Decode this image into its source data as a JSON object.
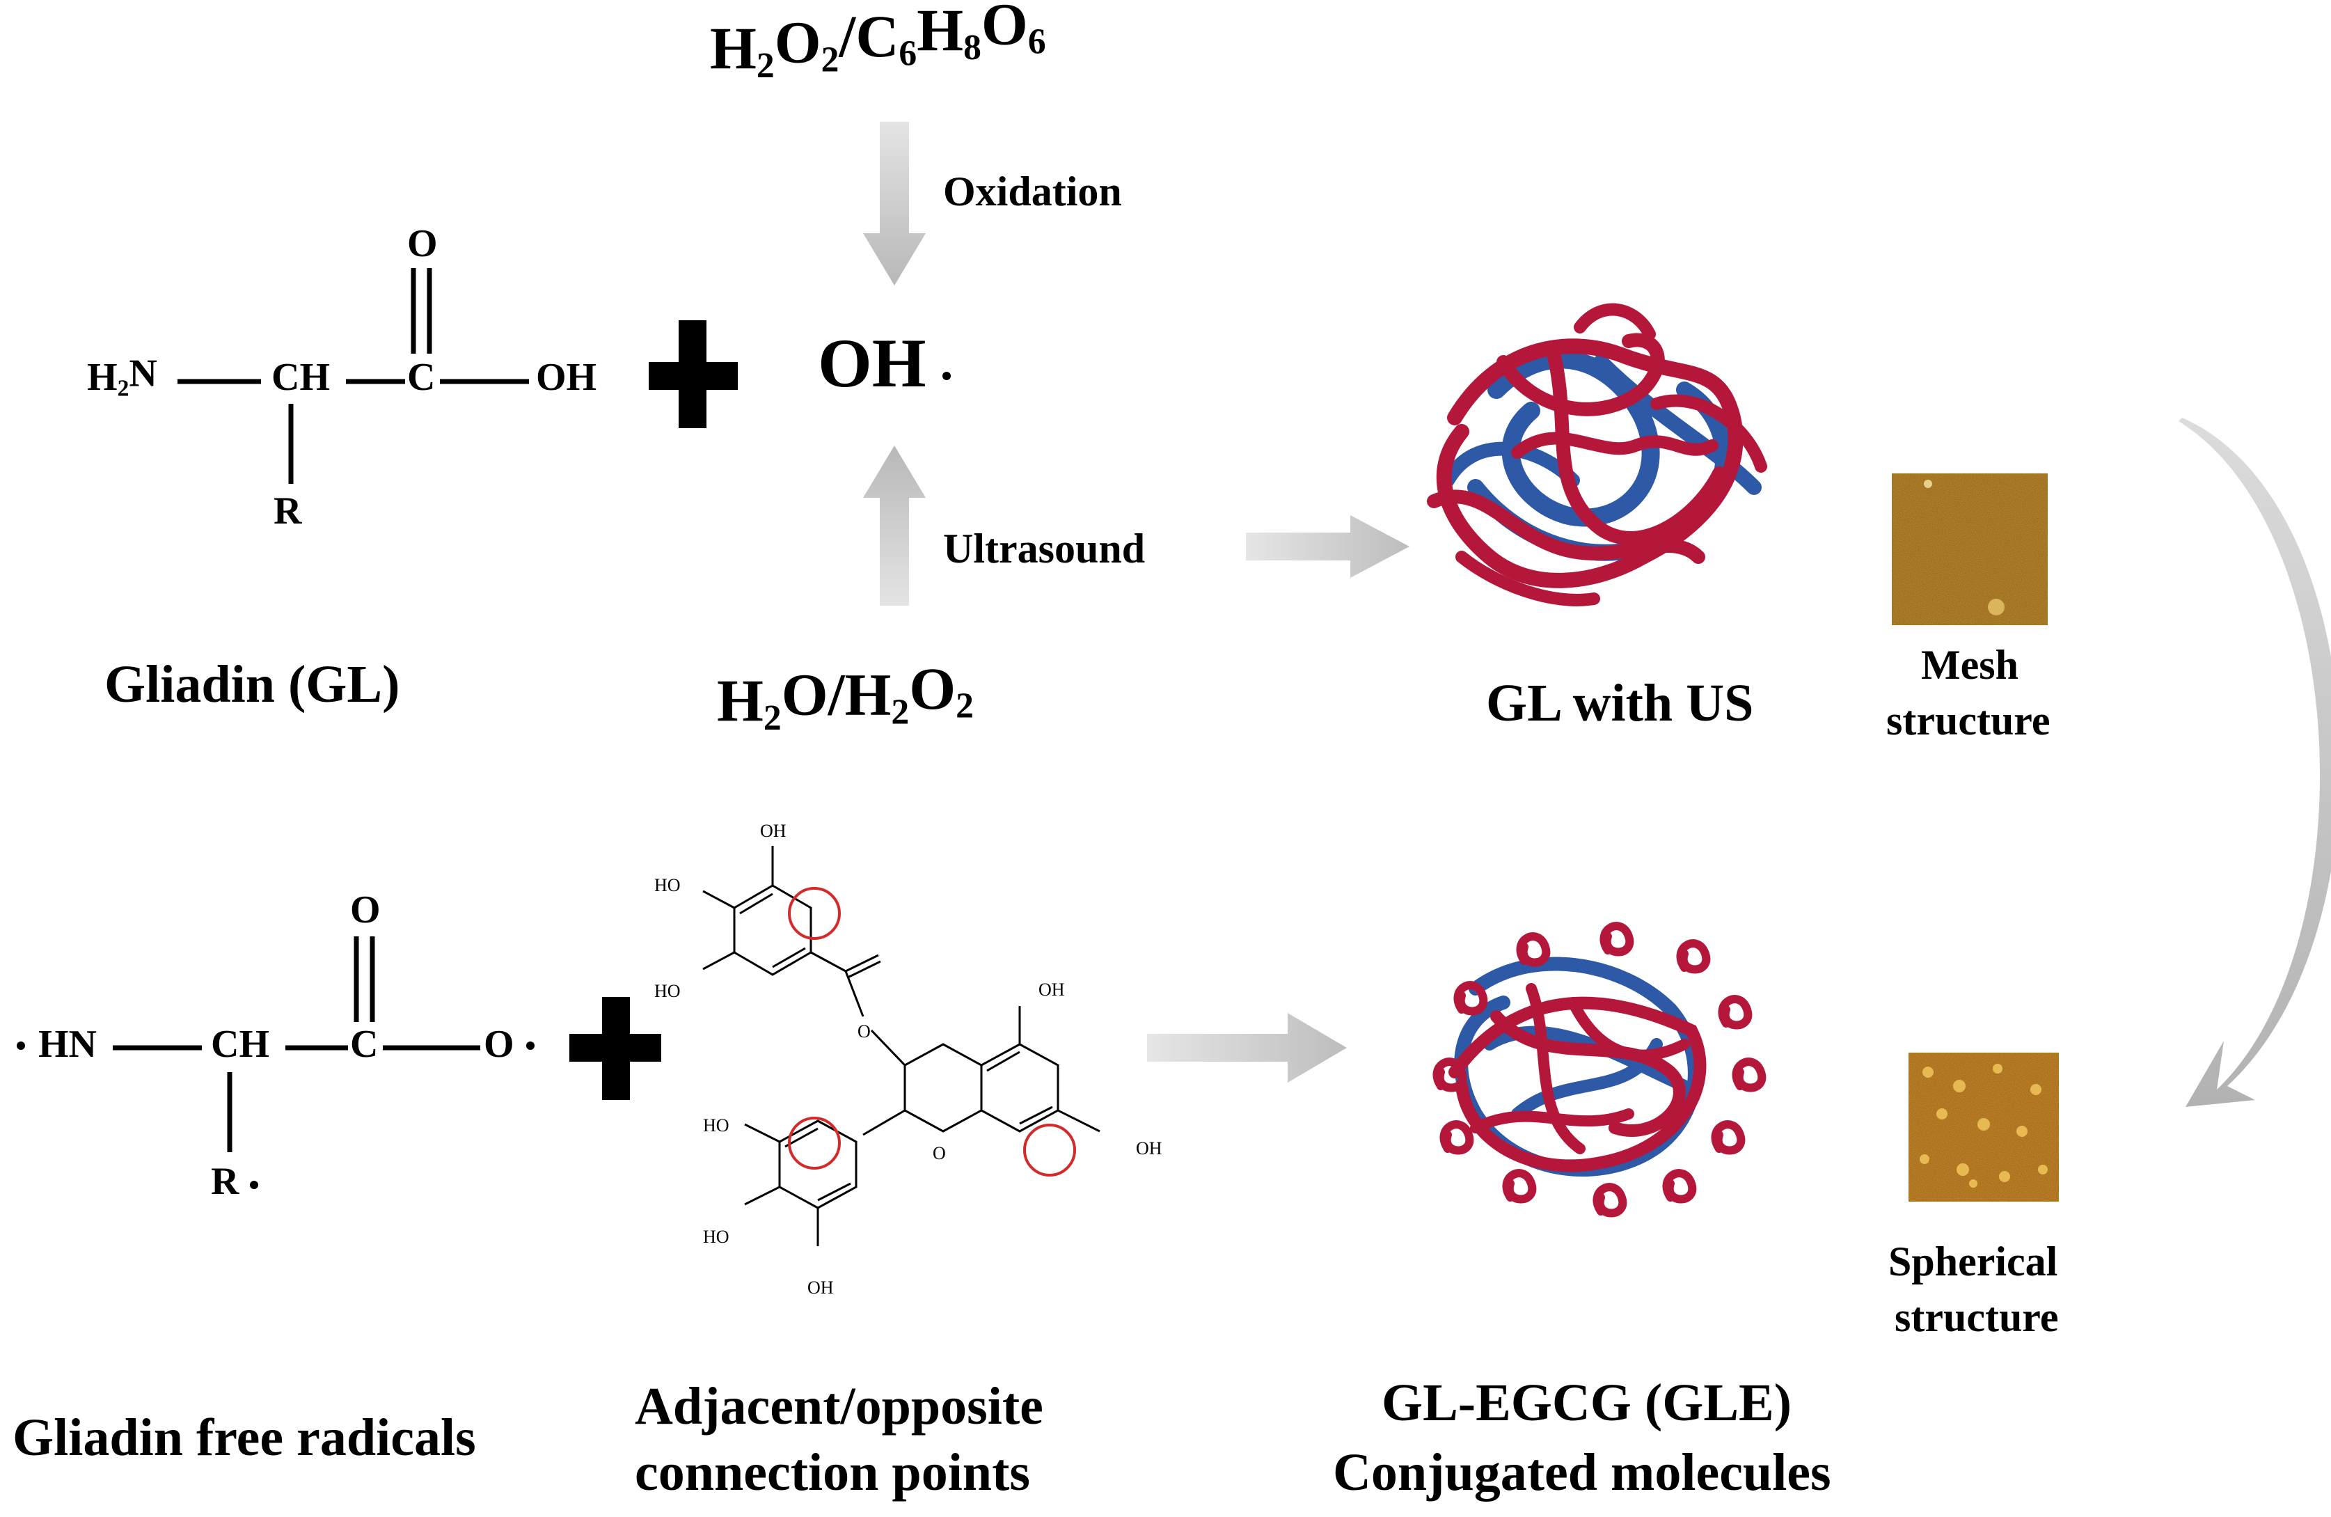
{
  "reagents": {
    "top_formula": "H2O2/C6H8O6",
    "oxidation_label": "Oxidation",
    "hydroxyl": "OH",
    "ultrasound_label": "Ultrasound",
    "bottom_formula": "H2O/H2O2"
  },
  "gliadin": {
    "amino_group": "H2N",
    "ch": "CH",
    "c": "C",
    "o_top": "O",
    "oh": "OH",
    "r": "R",
    "caption": "Gliadin (GL)"
  },
  "radical": {
    "hn": "HN",
    "ch": "CH",
    "c": "C",
    "o_top": "O",
    "o_end": "O",
    "r": "R",
    "caption": "Gliadin free radicals"
  },
  "egcg": {
    "oh": "OH",
    "ho": "HO",
    "caption_line1": "Adjacent/opposite",
    "caption_line2": "connection points"
  },
  "products": {
    "gl_us": "GL with US",
    "mesh_line1": "Mesh",
    "mesh_line2": "structure",
    "gle_line1": "GL-EGCG (GLE)",
    "gle_line2": "Conjugated molecules",
    "spherical_line1": "Spherical",
    "spherical_line2": "structure"
  },
  "colors": {
    "protein_red": "#b5173a",
    "protein_blue": "#2d59a6",
    "afm_brown": "#8a5a12",
    "highlight_circle": "#d22b2b",
    "arrow_gray": "#c8c8c8"
  }
}
